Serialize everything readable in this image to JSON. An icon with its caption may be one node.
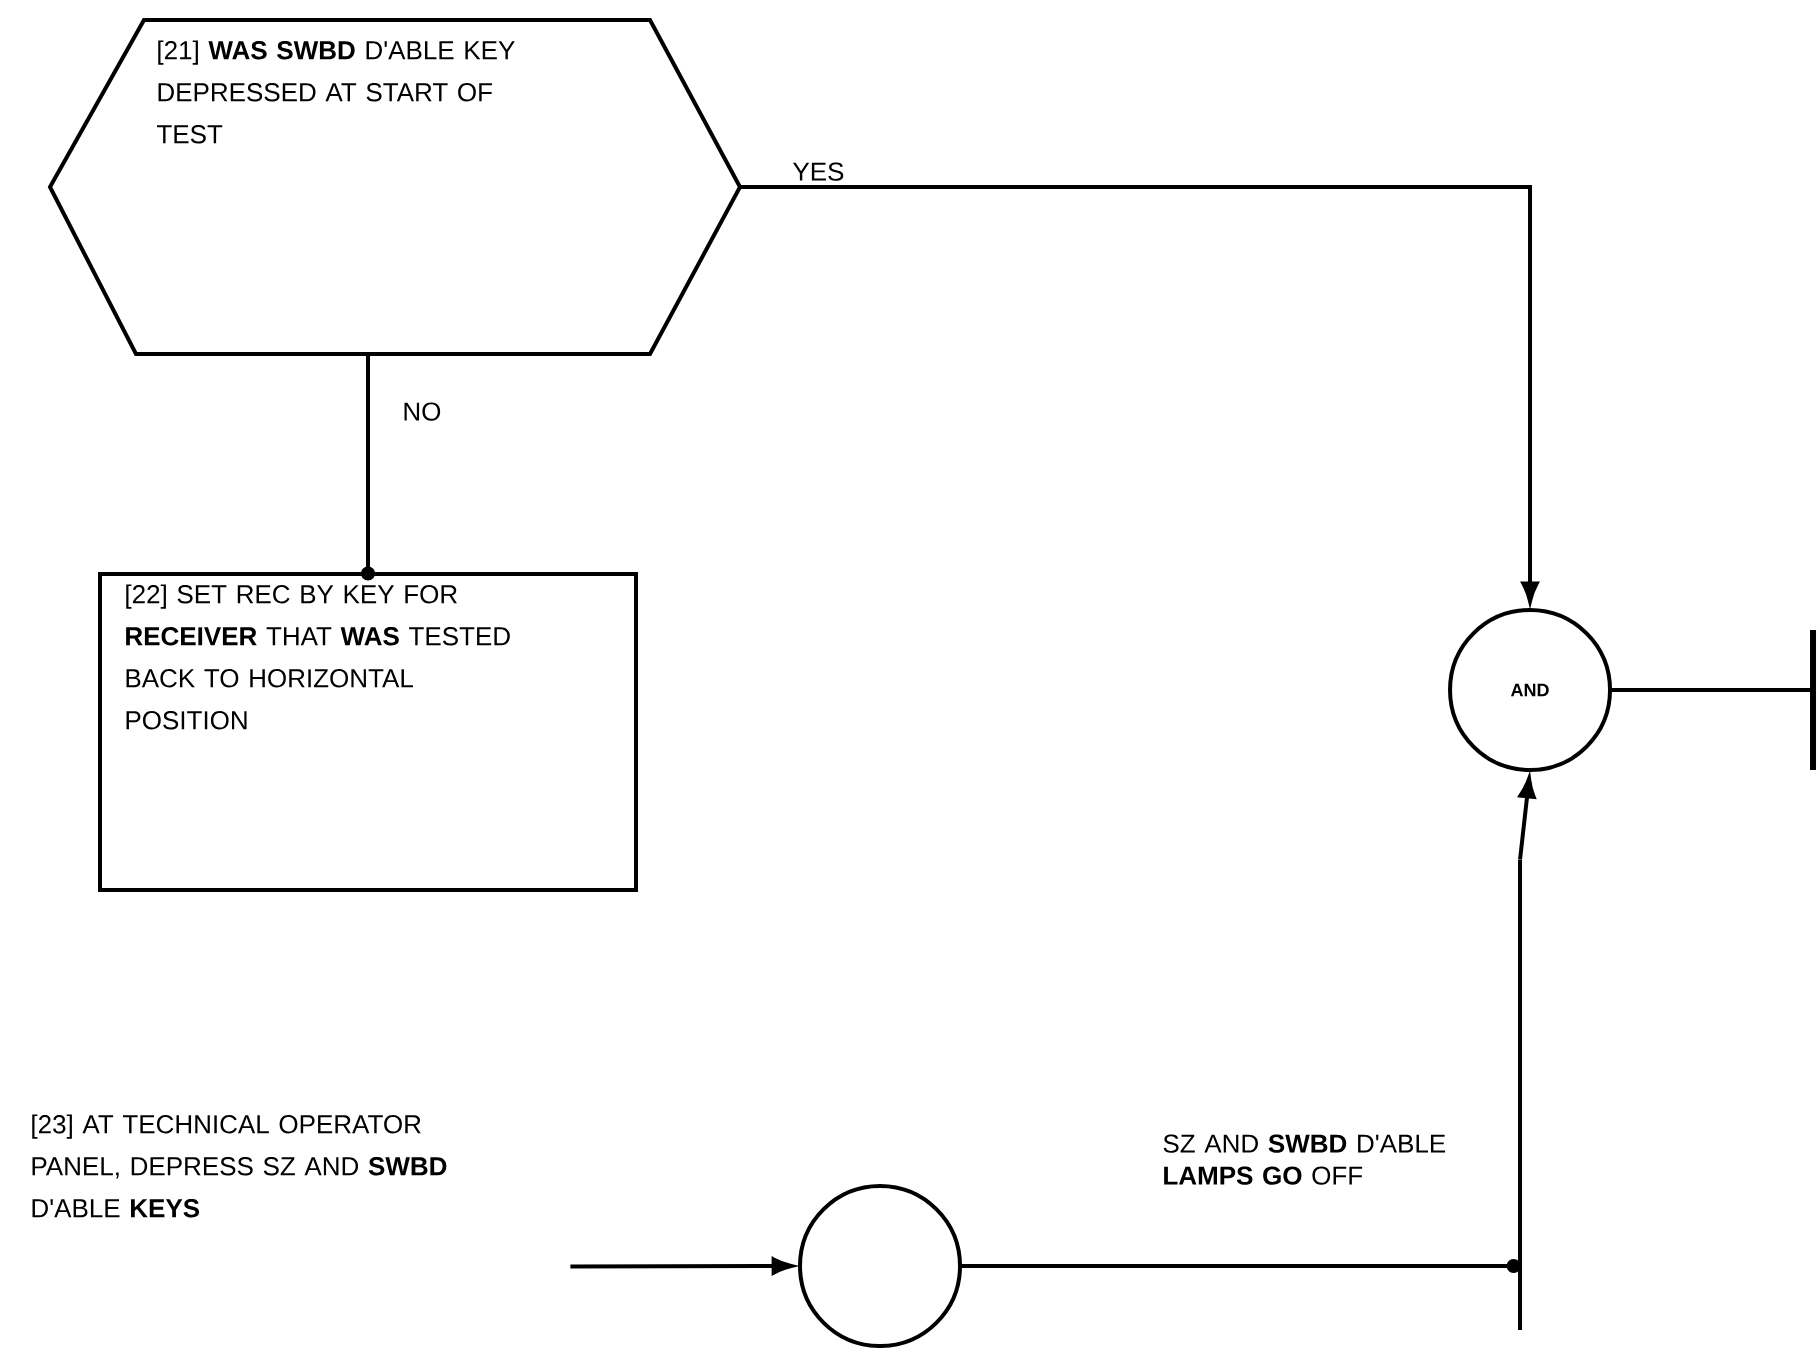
{
  "diagram": {
    "nodes": [
      {
        "text": [
          "[21] **WAS SWBD** D'ABLE KEY DEPRESSED AT START OF TEST"
        ]
      },
      {
        "text": [
          "[22] SET REC BY KEY FOR **RECEIVER** THAT **WAS** TESTED BACK TO HORIZONTAL POSITION"
        ]
      },
      {
        "text": [
          "AND"
        ]
      },
      {
        "text": [
          "[23] AT TECHNICAL OPERATOR PANEL, DEPRESS SZ AND **SWBD** D'ABLE **KEYS**"
        ]
      },
      {
        "text": [],
        "shape": "circle"
      },
      {
        "text": [],
        "shape": "bar"
      }
    ],
    "edges": [
      {
        "from": 0,
        "to": 2,
        "arrow": "to",
        "label": "YES"
      },
      {
        "from": 0,
        "to": 1,
        "arrow": "other",
        "label": "NO"
      },
      {
        "from": 2,
        "to": null,
        "arrow": "none"
      },
      {
        "from": 3,
        "to": 4,
        "arrow": "to"
      },
      {
        "from": 4,
        "to": 5,
        "arrow": "other",
        "label": "SZ AND **SWBD** D'ABLE **LAMPS GO** OFF"
      },
      {
        "from": 5,
        "to": 2,
        "arrow": "to"
      }
    ]
  }
}
